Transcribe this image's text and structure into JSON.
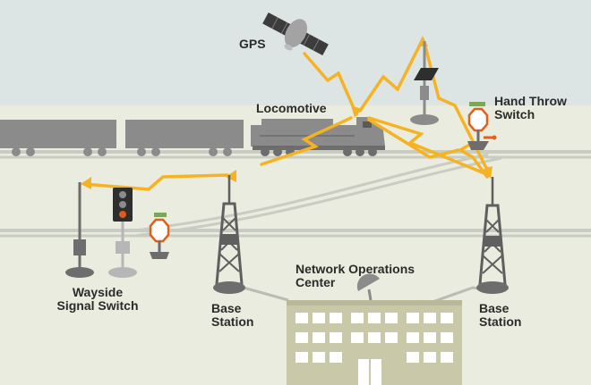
{
  "labels": {
    "gps": "GPS",
    "locomotive": "Locomotive",
    "hand_throw_switch": [
      "Hand Throw",
      "Switch"
    ],
    "wayside_signal_switch": [
      "Wayside",
      "Signal Switch"
    ],
    "base_station_left": [
      "Base",
      "Station"
    ],
    "base_station_right": [
      "Base",
      "Station"
    ],
    "network_operations_center": [
      "Network Operations",
      "Center"
    ]
  },
  "colors": {
    "sky": "#dde5e4",
    "ground": "#e9ecde",
    "gray_equipment": "#8b8b8b",
    "dark_equipment": "#555555",
    "signal_link": "#f5b324",
    "building": "#c9c9aa",
    "switch_orange": "#e0601e",
    "switch_green": "#7da65a",
    "signal_red": "#e05a1a"
  },
  "icons": [
    "gps-satellite-icon",
    "locomotive-icon",
    "freight-car-icon",
    "radio-tower-icon",
    "solar-panel-icon",
    "signal-light-icon",
    "switch-stand-icon",
    "satellite-dish-icon",
    "building-icon"
  ]
}
